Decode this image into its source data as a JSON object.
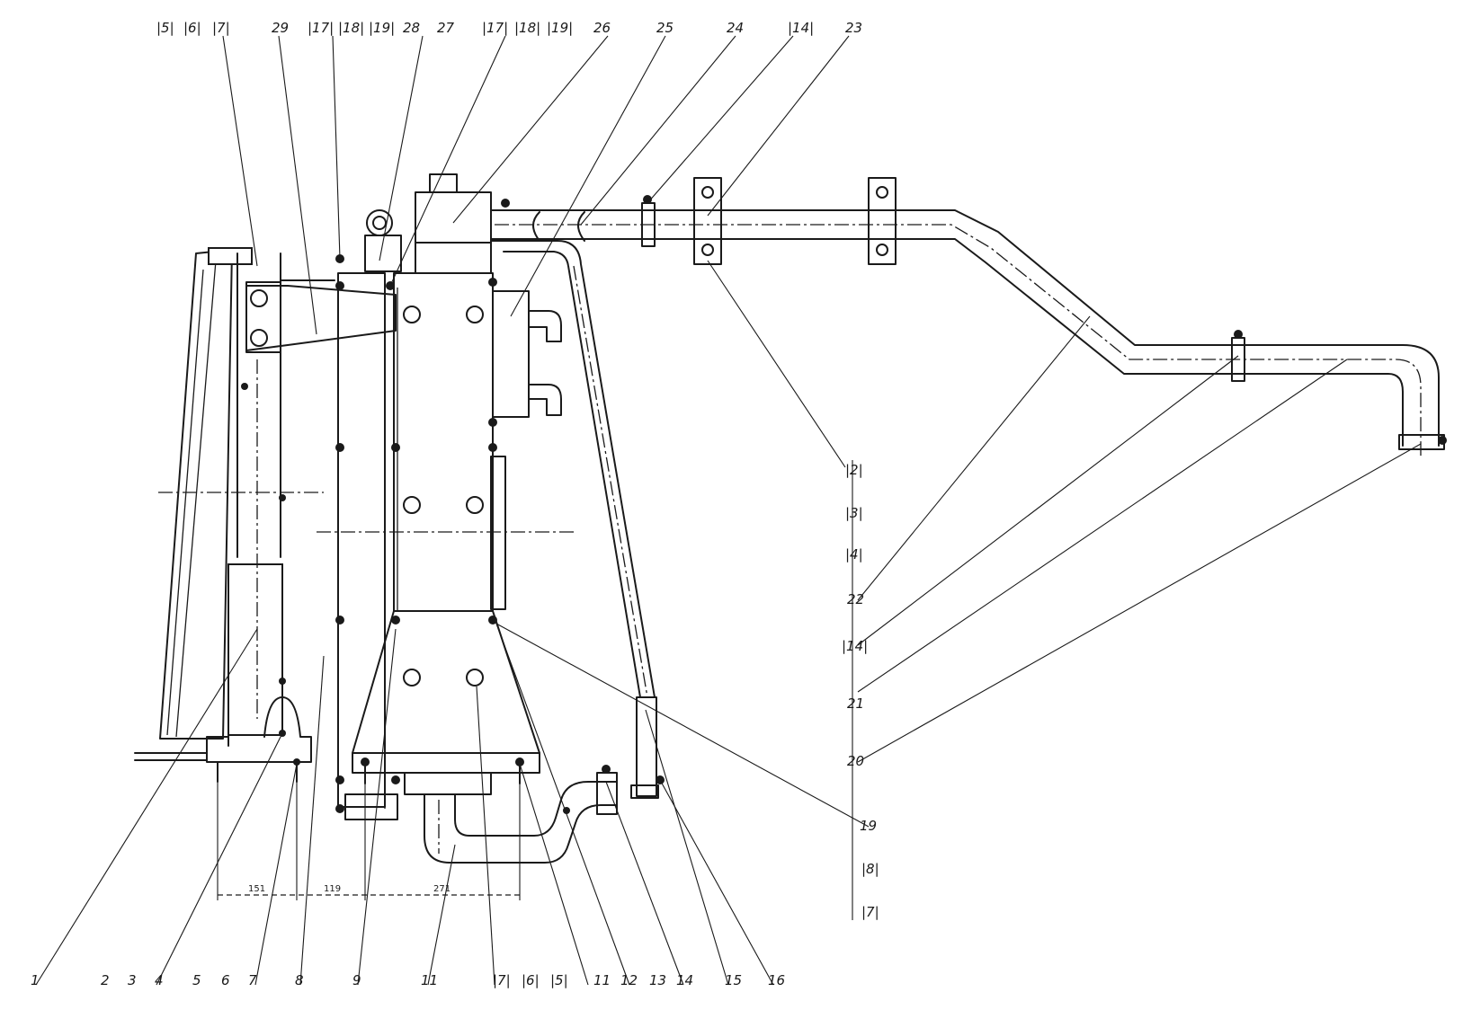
{
  "callouts_top": [
    "|5|",
    "|6|",
    "|7|",
    "29",
    "|17|",
    "|18|",
    "|19|",
    "28",
    "27",
    "|17|",
    "|18|",
    "|19|",
    "26",
    "25",
    "24",
    "|14|",
    "23"
  ],
  "callouts_bottom": [
    "1",
    "2",
    "3",
    "4",
    "5",
    "6",
    "7",
    "8",
    "9",
    "11",
    "|7|",
    "|6|",
    "|5|",
    "11",
    "12",
    "13",
    "14",
    "15",
    "16"
  ],
  "callouts_right": [
    "|2|",
    "|3|",
    "|4|",
    "22",
    "|14|",
    "21",
    "20",
    "19",
    "|8|",
    "|7|"
  ],
  "dimensions": [
    "151",
    "119",
    "271"
  ]
}
